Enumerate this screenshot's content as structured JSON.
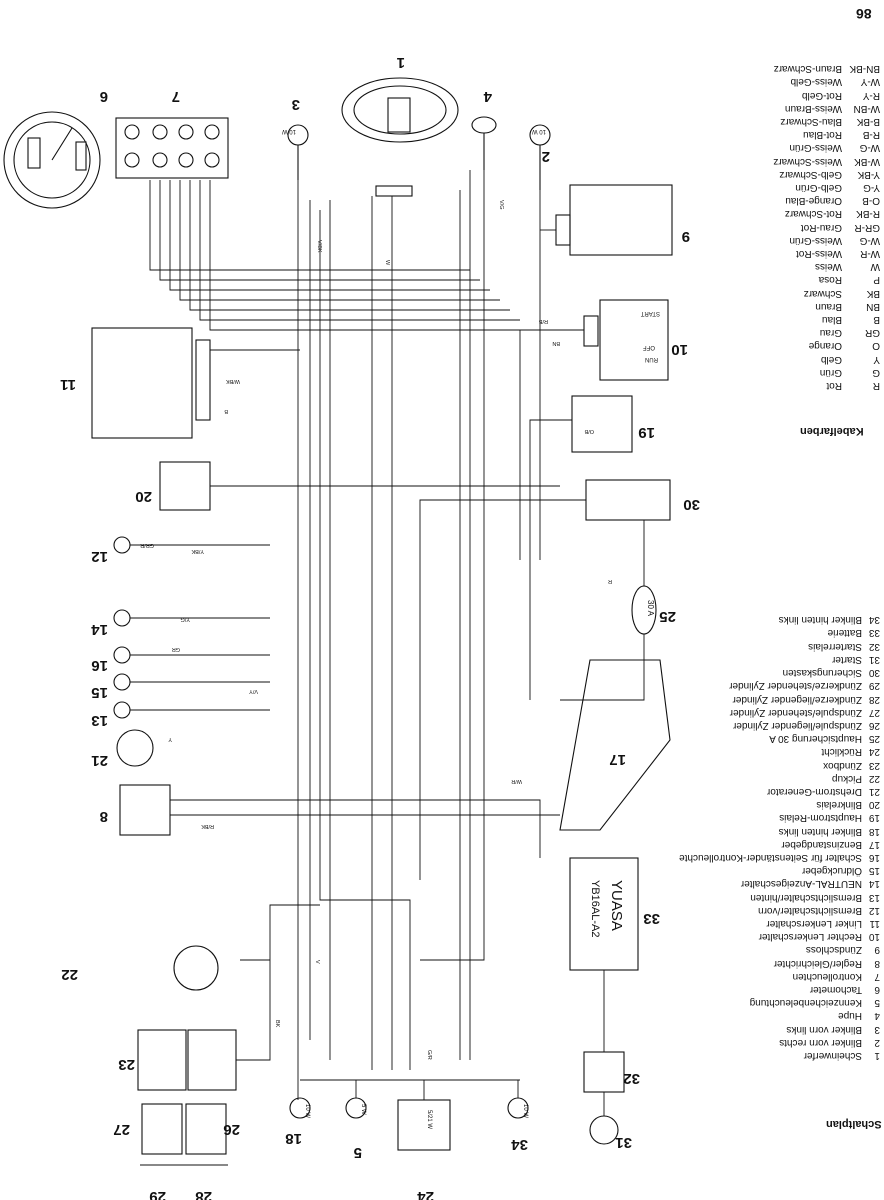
{
  "page_number": "86",
  "parts_legend": {
    "title": "Schaltplan",
    "items": [
      {
        "n": "1",
        "label": "Scheinwerfer"
      },
      {
        "n": "2",
        "label": "Blinker vorn rechts"
      },
      {
        "n": "3",
        "label": "Blinker vorn links"
      },
      {
        "n": "4",
        "label": "Hupe"
      },
      {
        "n": "5",
        "label": "Kennzeichenbeleuchtung"
      },
      {
        "n": "6",
        "label": "Tachometer"
      },
      {
        "n": "7",
        "label": "Kontrolleuchten"
      },
      {
        "n": "8",
        "label": "Regler/Gleichrichter"
      },
      {
        "n": "9",
        "label": "Zündschloss"
      },
      {
        "n": "10",
        "label": "Rechter Lenkerschalter"
      },
      {
        "n": "11",
        "label": "Linker Lenkerschalter"
      },
      {
        "n": "12",
        "label": "Bremslichtschalter/vorn"
      },
      {
        "n": "13",
        "label": "Bremslichtschalter/hinten"
      },
      {
        "n": "14",
        "label": "NEUTRAL-Anzeigeschalter"
      },
      {
        "n": "15",
        "label": "Öldruckgeber"
      },
      {
        "n": "16",
        "label": "Schalter für Seitenständer-Kontrolleuchte"
      },
      {
        "n": "17",
        "label": "Benzinstandgeber"
      },
      {
        "n": "18",
        "label": "Blinker hinten links"
      },
      {
        "n": "19",
        "label": "Hauptstrom-Relais"
      },
      {
        "n": "20",
        "label": "Blinkrelais"
      },
      {
        "n": "21",
        "label": "Drehstrom-Generator"
      },
      {
        "n": "22",
        "label": "Pickup"
      },
      {
        "n": "23",
        "label": "Zündbox"
      },
      {
        "n": "24",
        "label": "Rücklicht"
      },
      {
        "n": "25",
        "label": "Hauptsicherung 30 A"
      },
      {
        "n": "26",
        "label": "Zündspule/liegender Zylinder"
      },
      {
        "n": "27",
        "label": "Zündspule/stehender Zylinder"
      },
      {
        "n": "28",
        "label": "Zündkerze/liegender Zylinder"
      },
      {
        "n": "29",
        "label": "Zündkerze/stehender Zylinder"
      },
      {
        "n": "30",
        "label": "Sicherungskasten"
      },
      {
        "n": "31",
        "label": "Starter"
      },
      {
        "n": "32",
        "label": "Starterrelais"
      },
      {
        "n": "33",
        "label": "Batterie"
      },
      {
        "n": "34",
        "label": "Blinker hinten links"
      }
    ]
  },
  "color_legend": {
    "title": "Kabelfarben",
    "items": [
      {
        "code": "R",
        "label": "Rot"
      },
      {
        "code": "G",
        "label": "Grün"
      },
      {
        "code": "Y",
        "label": "Gelb"
      },
      {
        "code": "O",
        "label": "Orange"
      },
      {
        "code": "GR",
        "label": "Grau"
      },
      {
        "code": "B",
        "label": "Blau"
      },
      {
        "code": "BN",
        "label": "Braun"
      },
      {
        "code": "BK",
        "label": "Schwarz"
      },
      {
        "code": "P",
        "label": "Rosa"
      },
      {
        "code": "W",
        "label": "Weiss"
      },
      {
        "code": "W-R",
        "label": "Weiss-Rot"
      },
      {
        "code": "W-G",
        "label": "Weiss-Grün"
      },
      {
        "code": "GR-R",
        "label": "Grau-Rot"
      },
      {
        "code": "R-BK",
        "label": "Rot-Schwarz"
      },
      {
        "code": "O-B",
        "label": "Orange-Blau"
      },
      {
        "code": "Y-G",
        "label": "Gelb-Grün"
      },
      {
        "code": "Y-BK",
        "label": "Gelb-Schwarz"
      },
      {
        "code": "W-BK",
        "label": "Weiss-Schwarz"
      },
      {
        "code": "W-G",
        "label": "Weiss-Grün"
      },
      {
        "code": "R-B",
        "label": "Rot-Blau"
      },
      {
        "code": "B-BK",
        "label": "Blau-Schwarz"
      },
      {
        "code": "W-BN",
        "label": "Weiss-Braun"
      },
      {
        "code": "R-Y",
        "label": "Rot-Gelb"
      },
      {
        "code": "W-Y",
        "label": "Weiss-Gelb"
      },
      {
        "code": "BN-BK",
        "label": "Braun-Schwarz"
      }
    ]
  },
  "diagram_labels": {
    "battery_brand": "YUASA",
    "battery_model": "YB16AL-A2",
    "fuse": "30 A",
    "lamp_10w": "10 W",
    "lamp_5w": "5 W",
    "lamp_tail": "5/21 W",
    "switch_start": "START",
    "switch_off": "OFF",
    "switch_run": "RUN"
  },
  "wire_labels": [
    "V/BK",
    "V/G",
    "R/B",
    "BN",
    "V/Y",
    "W/R",
    "GR/R",
    "Y/G",
    "GR",
    "Y/BK",
    "R/BK",
    "G/R",
    "W/BK",
    "B",
    "R",
    "Y",
    "BK",
    "V",
    "W",
    "O/B"
  ]
}
